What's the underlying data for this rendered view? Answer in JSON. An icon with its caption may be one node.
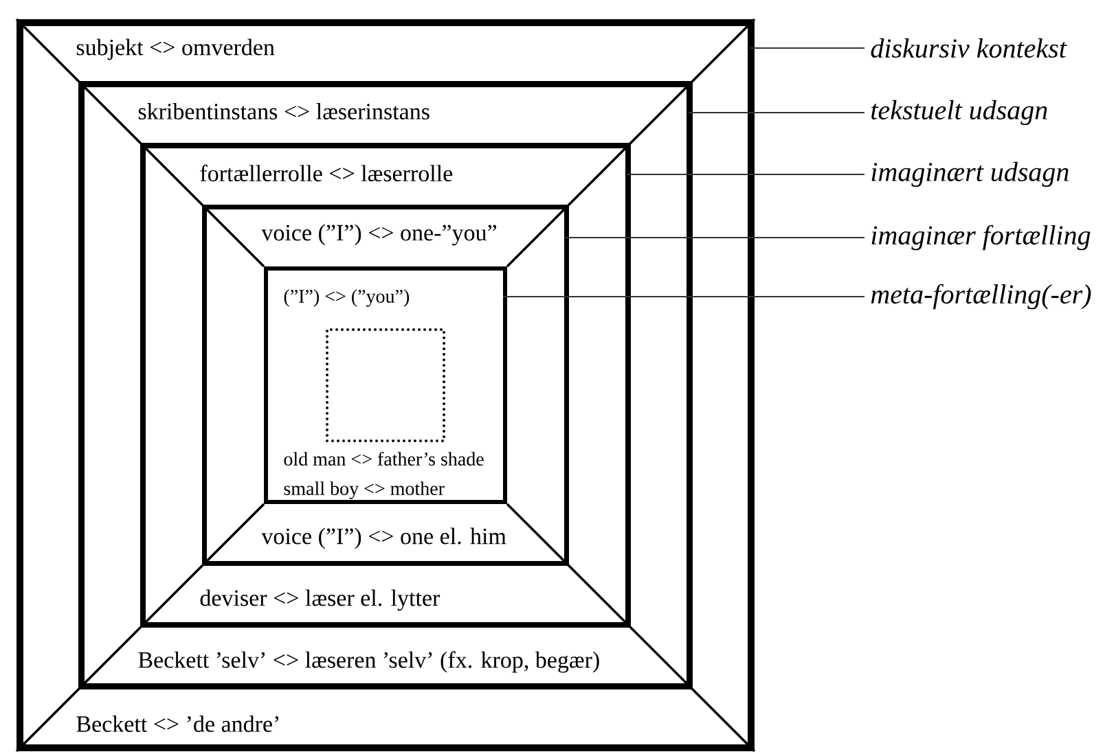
{
  "diagram": {
    "nodes": [
      {
        "text": [
          "subjekt <> omverden",
          "Beckett <> ’de andre’"
        ]
      },
      {
        "text": [
          "skribentinstans <> læserinstans",
          "Beckett ’selv’ <> læseren ’selv’ (fx. krop, begær)"
        ],
        "in": 0
      },
      {
        "text": [
          "fortællerrolle <> læserrolle",
          "deviser <> læser el. lytter"
        ],
        "in": 1
      },
      {
        "text": [
          "voice (”I”) <> one-”you”",
          "voice (”I”) <> one el. him"
        ],
        "in": 2
      },
      {
        "text": [
          "(”I”) <> (”you”)",
          "old man <> father’s shade",
          "small boy <> mother"
        ],
        "in": 3
      },
      {
        "text": [],
        "shape": "box",
        "in": 4
      },
      {
        "text": [
          "diskursiv kontekst"
        ]
      },
      {
        "text": [
          "tekstuelt udsagn"
        ]
      },
      {
        "text": [
          "imaginært udsagn"
        ]
      },
      {
        "text": [
          "imaginær fortælling"
        ]
      },
      {
        "text": [
          "meta-fortælling(-er)"
        ]
      }
    ],
    "edges": [
      {
        "from": 6,
        "to": 0,
        "arrow": "none"
      },
      {
        "from": 7,
        "to": 1,
        "arrow": "none"
      },
      {
        "from": 8,
        "to": 2,
        "arrow": "none"
      },
      {
        "from": 9,
        "to": 3,
        "arrow": "none"
      },
      {
        "from": 10,
        "to": 4,
        "arrow": "none"
      }
    ]
  }
}
